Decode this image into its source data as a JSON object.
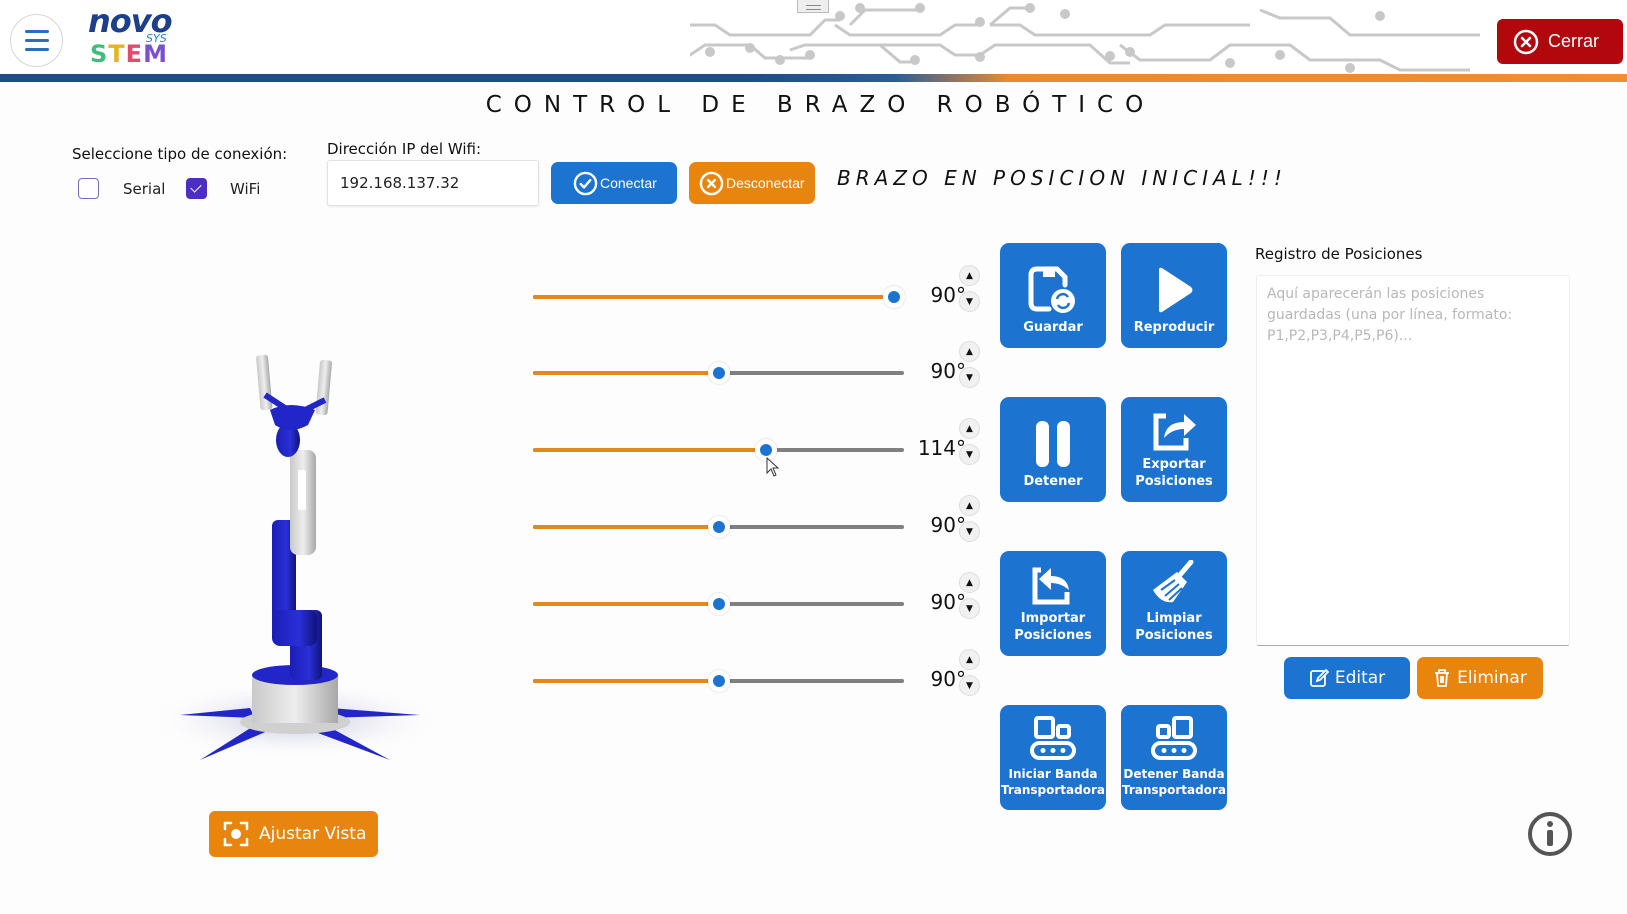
{
  "header": {
    "logo": {
      "top": "novo",
      "sub": "SYS",
      "bottom": "STEM"
    },
    "close_label": "Cerrar",
    "colors": {
      "bar_blue": "#1f4b86",
      "bar_orange": "#f08c36",
      "close": "#b3070e"
    }
  },
  "page_title": "CONTROL DE BRAZO ROBÓTICO",
  "connection": {
    "label": "Seleccione tipo de conexión:",
    "options": [
      {
        "label": "Serial",
        "checked": false
      },
      {
        "label": "WiFi",
        "checked": true
      }
    ],
    "ip_label": "Dirección IP del Wifi:",
    "ip_value": "192.168.137.32",
    "connect_label": "Conectar",
    "disconnect_label": "Desconectar",
    "status_message": "BRAZO EN POSICION INICIAL!!!"
  },
  "viewer": {
    "adjust_view_label": "Ajustar Vista"
  },
  "sliders": [
    {
      "id": "servo-1",
      "value": 90,
      "display": "90°",
      "percent": 97
    },
    {
      "id": "servo-2",
      "value": 90,
      "display": "90°",
      "percent": 50
    },
    {
      "id": "servo-3",
      "value": 114,
      "display": "114°",
      "percent": 63
    },
    {
      "id": "servo-4",
      "value": 90,
      "display": "90°",
      "percent": 50
    },
    {
      "id": "servo-5",
      "value": 90,
      "display": "90°",
      "percent": 50
    },
    {
      "id": "servo-6",
      "value": 90,
      "display": "90°",
      "percent": 50
    }
  ],
  "stepper": {
    "up": "▲",
    "down": "▼"
  },
  "actions": [
    {
      "id": "guardar",
      "label": "Guardar",
      "icon": "save-sync-icon"
    },
    {
      "id": "reproducir",
      "label": "Reproducir",
      "icon": "play-icon"
    },
    {
      "id": "detener",
      "label": "Detener",
      "icon": "pause-icon"
    },
    {
      "id": "exportar",
      "label": "Exportar\nPosiciones",
      "icon": "export-icon"
    },
    {
      "id": "importar",
      "label": "Importar\nPosiciones",
      "icon": "import-icon"
    },
    {
      "id": "limpiar",
      "label": "Limpiar\nPosiciones",
      "icon": "broom-icon"
    },
    {
      "id": "iniciar-banda",
      "label": "Iniciar Banda\nTransportadora",
      "icon": "conveyor-start-icon"
    },
    {
      "id": "detener-banda",
      "label": "Detener Banda\nTransportadora",
      "icon": "conveyor-stop-icon"
    }
  ],
  "registro": {
    "title": "Registro de Posiciones",
    "placeholder": "Aquí aparecerán las posiciones guardadas (una por línea, formato: P1,P2,P3,P4,P5,P6)...",
    "value": "",
    "edit_label": "Editar",
    "delete_label": "Eliminar"
  },
  "colors": {
    "primary": "#1d74d0",
    "accent": "#e8850f",
    "slider_fill": "#e08a1e",
    "slider_track": "#808080",
    "checkbox": "#4d2ec4"
  }
}
